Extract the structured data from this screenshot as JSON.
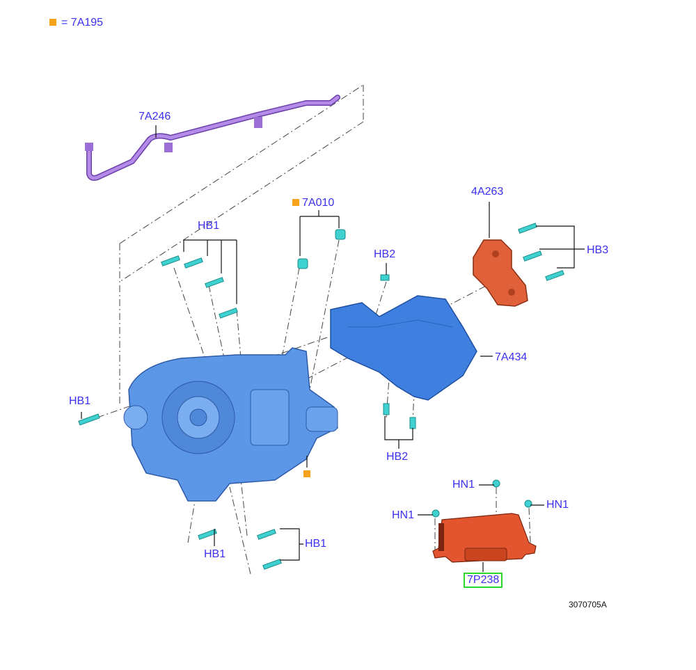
{
  "legend": {
    "marker_color": "#f7a21b",
    "text": "= 7A195"
  },
  "labels": {
    "tube": "7A246",
    "bushing": "7A010",
    "bracket": "4A263",
    "hb1_top": "HB1",
    "hb2_top": "HB2",
    "hb3": "HB3",
    "shield": "7A434",
    "hb1_left": "HB1",
    "hb2_bottom": "HB2",
    "hn1_top": "HN1",
    "hn1_right": "HN1",
    "hn1_left": "HN1",
    "hb1_bottom_left": "HB1",
    "hb1_bottom_right": "HB1",
    "module": "7P238"
  },
  "figure_id": "3070705A",
  "colors": {
    "label": "#3b2ff0",
    "tube": "#9b6fd6",
    "transmission": "#5b97e6",
    "shield": "#3f7fe0",
    "bracket": "#e0603a",
    "module": "#e2552e",
    "bolt": "#3fd0d0",
    "highlight": "#2bd82b"
  }
}
